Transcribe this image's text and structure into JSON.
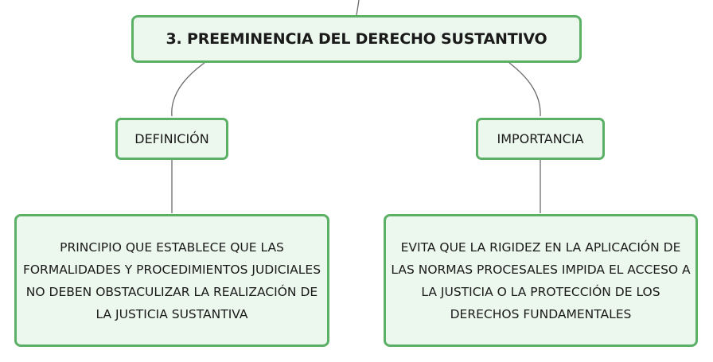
{
  "diagram": {
    "root": {
      "label": "3. PREEMINENCIA DEL DERECHO SUSTANTIVO"
    },
    "branches": [
      {
        "label": "DEFINICIÓN",
        "detail": "PRINCIPIO QUE ESTABLECE QUE LAS FORMALIDADES Y PROCEDIMIENTOS JUDICIALES NO DEBEN OBSTACULIZAR LA REALIZACIÓN DE LA JUSTICIA SUSTANTIVA"
      },
      {
        "label": "IMPORTANCIA",
        "detail": "EVITA QUE LA RIGIDEZ EN LA APLICACIÓN DE LAS NORMAS PROCESALES IMPIDA EL ACCESO A LA JUSTICIA O LA PROTECCIÓN DE LOS DERECHOS FUNDAMENTALES"
      }
    ]
  },
  "colors": {
    "node_border": "#5cb066",
    "node_fill": "#ecf7ee",
    "connector": "#6b6b6b",
    "text": "#1a1a1a"
  }
}
